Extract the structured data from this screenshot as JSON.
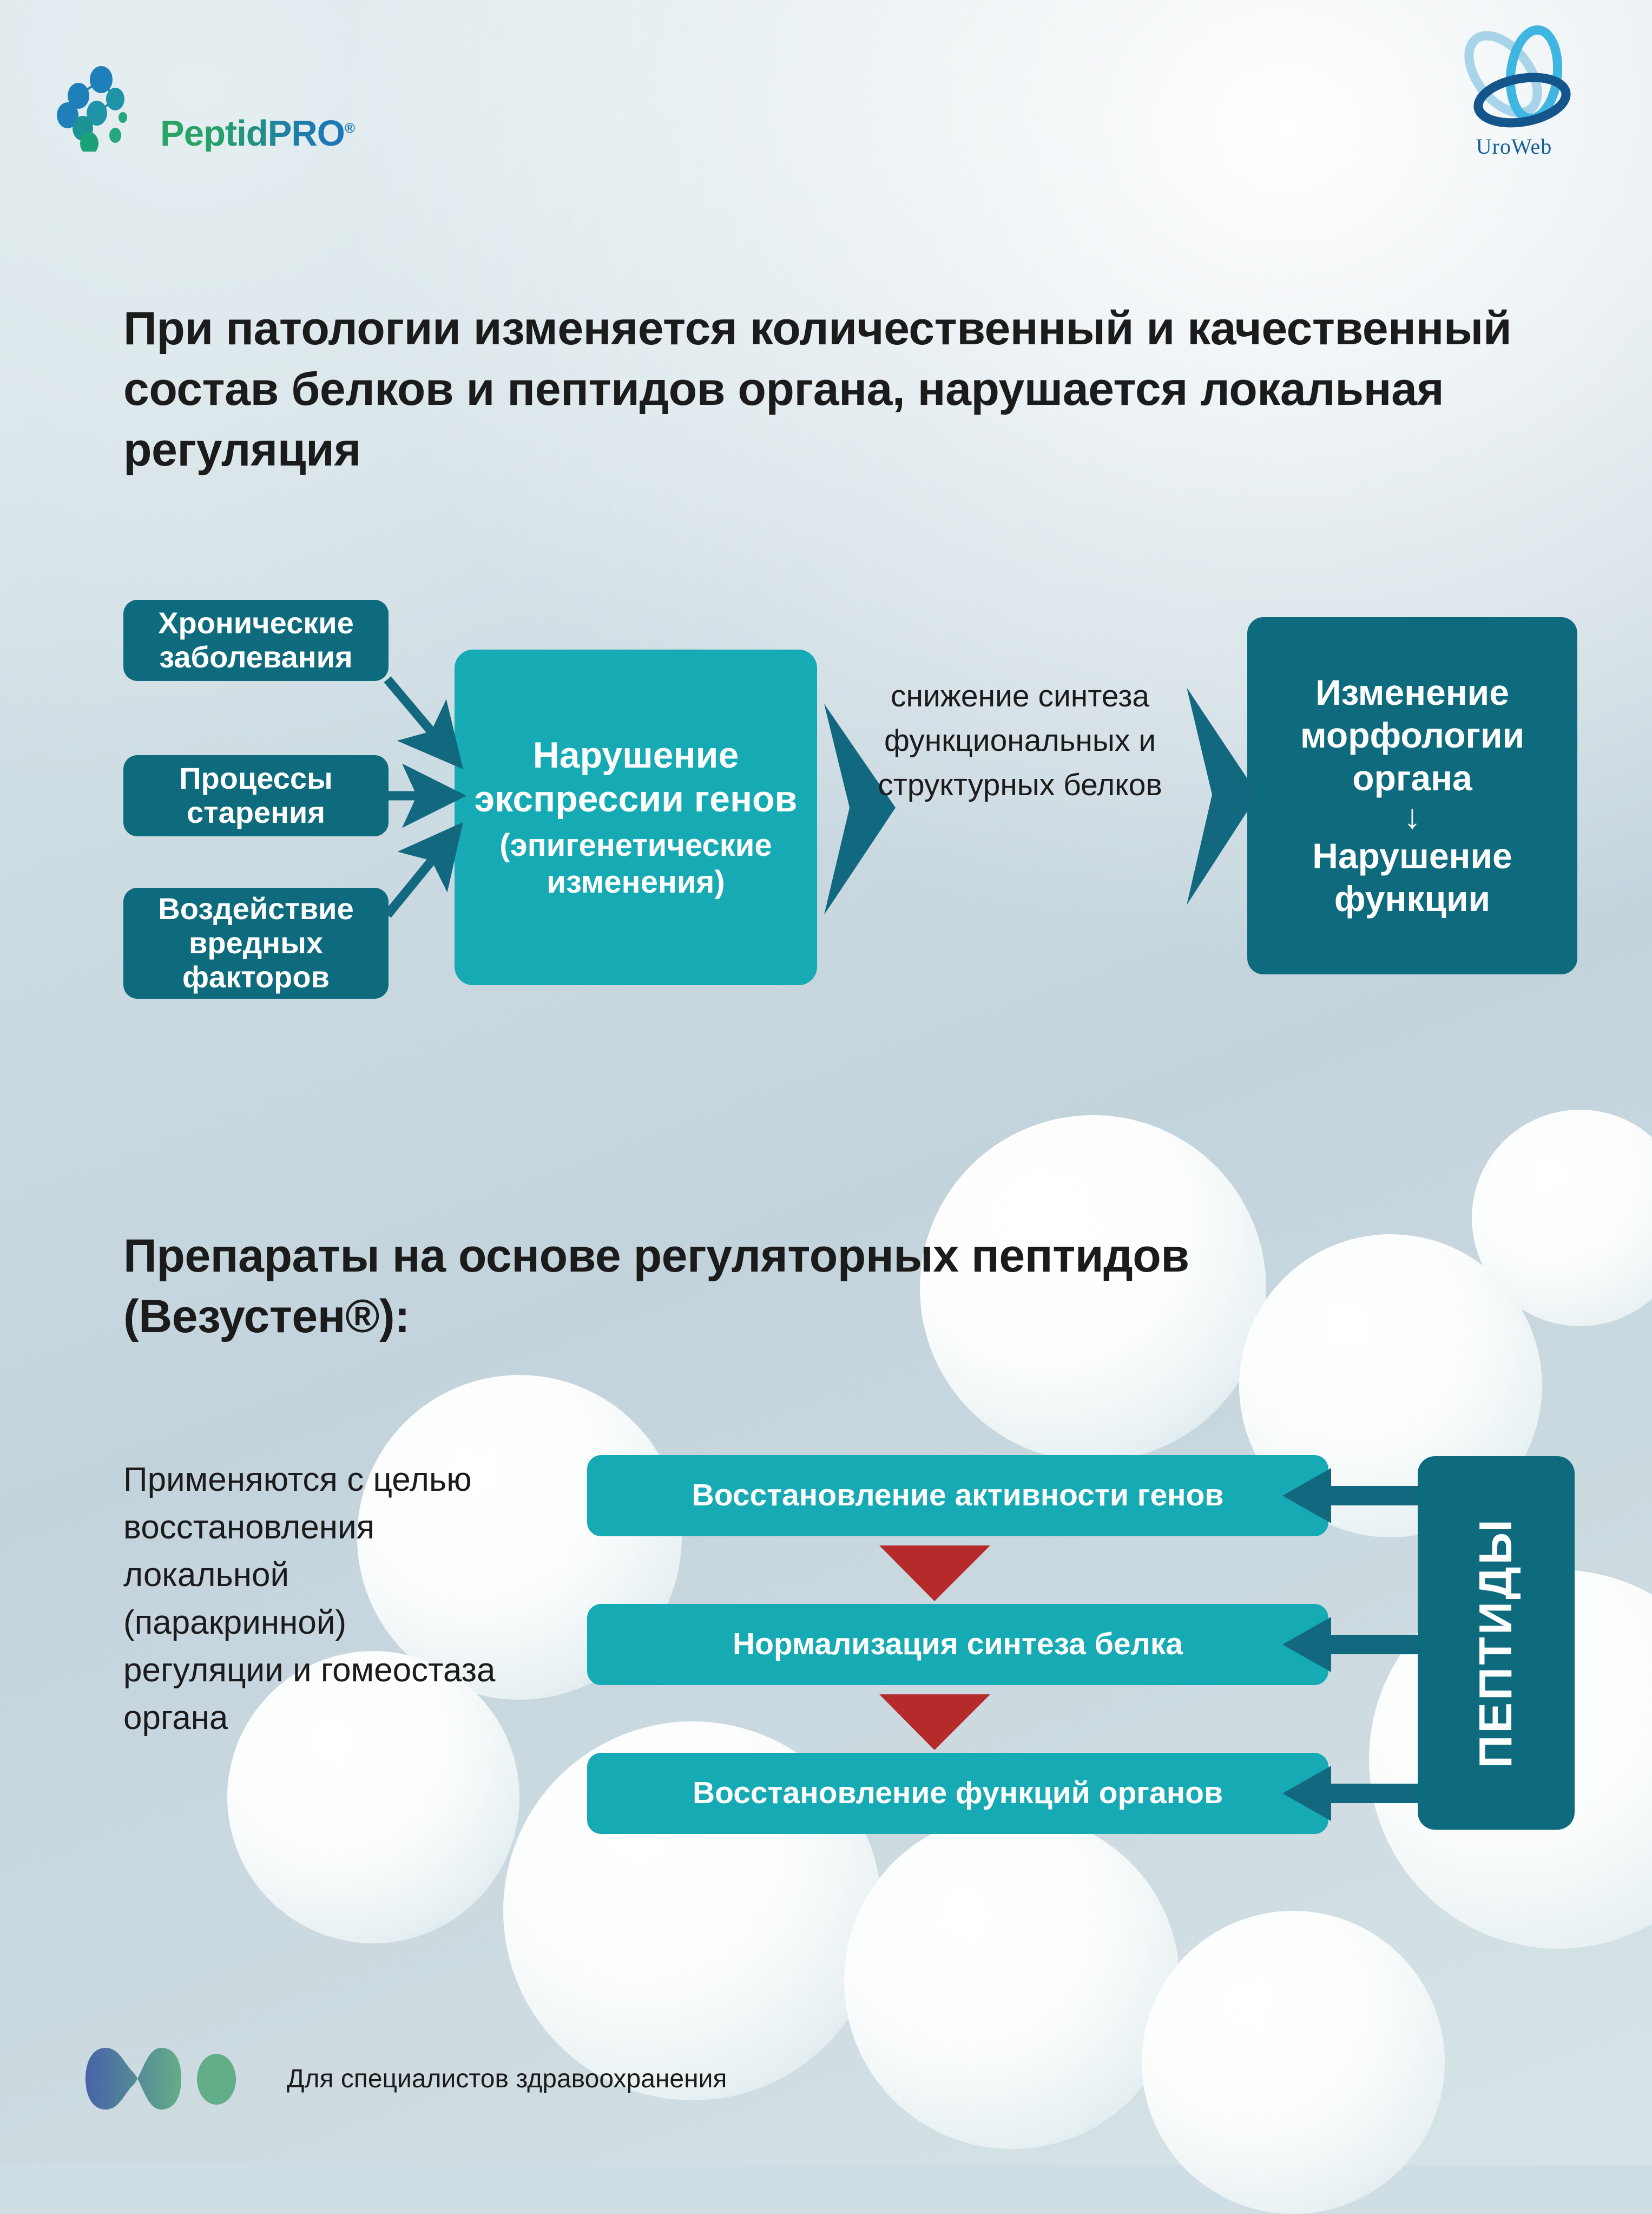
{
  "brand": {
    "peptidpro_name": "PeptidPRO",
    "peptidpro_reg": "®",
    "uroweb_name": "UroWeb",
    "colors": {
      "dark_teal": "#0d6b7d",
      "bright_teal": "#16aab4",
      "red_arrow": "#b52b2b",
      "page_bg": "#cfdde4",
      "text": "#1b1b1b"
    }
  },
  "section1": {
    "title": "При патологии изменяется количественный и качественный состав белков и пептидов органа, нарушается локальная регуляция",
    "sources": [
      "Хронические заболевания",
      "Процессы старения",
      "Воздействие вредных факторов"
    ],
    "center_main": "Нарушение экспрессии генов",
    "center_sub": "(эпигенетические изменения)",
    "middle_text": "снижение синтеза функциональных и структурных белков",
    "right_top": "Изменение морфологии органа",
    "right_arrow": "↓",
    "right_bottom": "Нарушение функции"
  },
  "section2": {
    "title": "Препараты на основе регуляторных пептидов (Везустен®):",
    "paragraph": "Применяются с целью восстановления локальной (паракринной) регуляции и гомеостаза органа",
    "steps": [
      "Восстановление активности генов",
      "Нормализация синтеза белка",
      "Восстановление функций органов"
    ],
    "peptides_label": "ПЕПТИДЫ"
  },
  "footer": {
    "text": "Для специалистов здравоохранения"
  }
}
